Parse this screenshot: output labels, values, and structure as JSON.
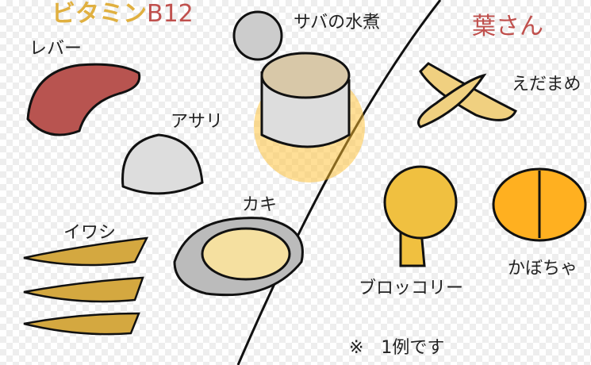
{
  "left_section": {
    "title_kana": "ビタミン",
    "title_code": "B12",
    "items": [
      "レバー",
      "アサリ",
      "サバの水煮",
      "カキ",
      "イワシ"
    ]
  },
  "right_section": {
    "title": "葉さん",
    "items": [
      "えだまめ",
      "ブロッコリー",
      "かぼちゃ"
    ]
  },
  "footnote": "※　1例です",
  "colors": {
    "title_gold": "#e0b040",
    "title_red": "#c0504d"
  }
}
